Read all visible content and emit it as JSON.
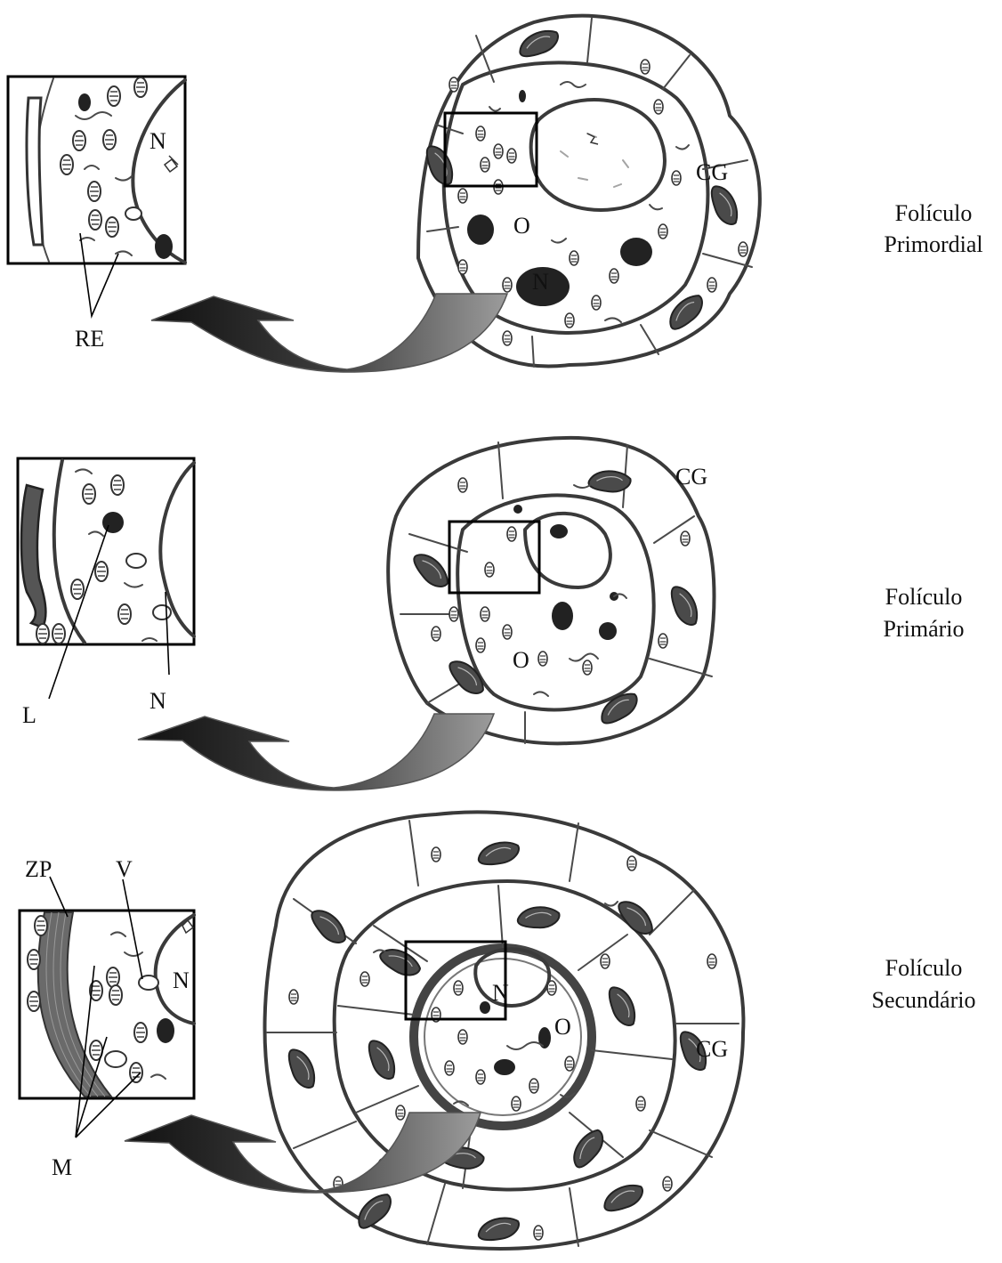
{
  "panels": [
    {
      "stage_line1": "Folículo",
      "stage_line2": "Primordial",
      "follicle_labels": [
        "O",
        "N",
        "CG"
      ],
      "inset_labels": [
        "N"
      ],
      "callout_labels": [
        "RE"
      ]
    },
    {
      "stage_line1": "Folículo",
      "stage_line2": "Primário",
      "follicle_labels": [
        "CG",
        "O"
      ],
      "inset_labels": [],
      "callout_labels": [
        "L",
        "N"
      ]
    },
    {
      "stage_line1": "Folículo",
      "stage_line2": "Secundário",
      "follicle_labels": [
        "N",
        "O",
        "CG"
      ],
      "inset_labels": [
        "N"
      ],
      "callout_labels": [
        "ZP",
        "V",
        "M"
      ]
    }
  ],
  "colors": {
    "ink": "#3a3a3a",
    "arrow_dark": "#1a1a1a",
    "arrow_light": "#9a9a9a"
  }
}
